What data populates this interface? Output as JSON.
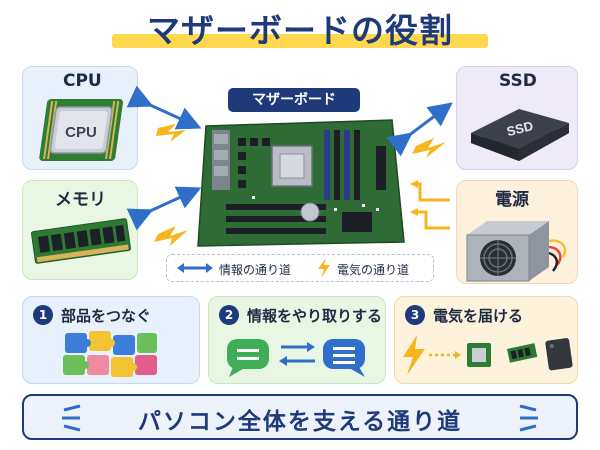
{
  "title": "マザーボードの役割",
  "motherboard_label": "マザーボード",
  "components": {
    "cpu": {
      "label": "CPU",
      "chip_text": "CPU"
    },
    "memory": {
      "label": "メモリ"
    },
    "ssd": {
      "label": "SSD",
      "drive_text": "SSD"
    },
    "power": {
      "label": "電源"
    }
  },
  "legend": {
    "data_path": "情報の通り道",
    "power_path": "電気の通り道"
  },
  "roles": [
    {
      "number": "1",
      "label": "部品をつなぐ"
    },
    {
      "number": "2",
      "label": "情報をやり取りする"
    },
    {
      "number": "3",
      "label": "電気を届ける"
    }
  ],
  "footer": "パソコン全体を支える通り道",
  "colors": {
    "navy": "#1f3a7a",
    "arrow_blue": "#2f6fc9",
    "lightning": "#f5b51d",
    "title_highlight": "#ffd84d",
    "board_green": "#2f6b35"
  }
}
